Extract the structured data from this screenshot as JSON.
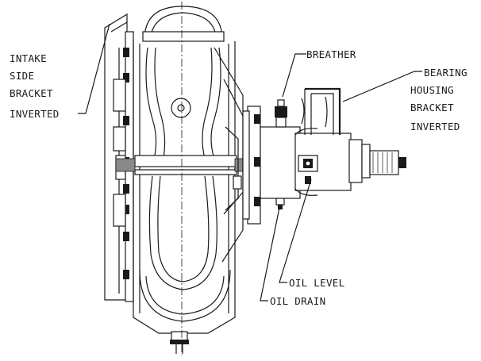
{
  "labels": {
    "intake_bracket": [
      "INTAKE",
      "SIDE",
      "BRACKET",
      "INVERTED"
    ],
    "breather": "BREATHER",
    "bearing_bracket": [
      "BEARING",
      "HOUSING",
      "BRACKET",
      "INVERTED"
    ],
    "oil_level": "OIL LEVEL",
    "oil_drain": "OIL DRAIN"
  },
  "colors": {
    "ink": "#1a1a1a",
    "background": "#ffffff"
  }
}
